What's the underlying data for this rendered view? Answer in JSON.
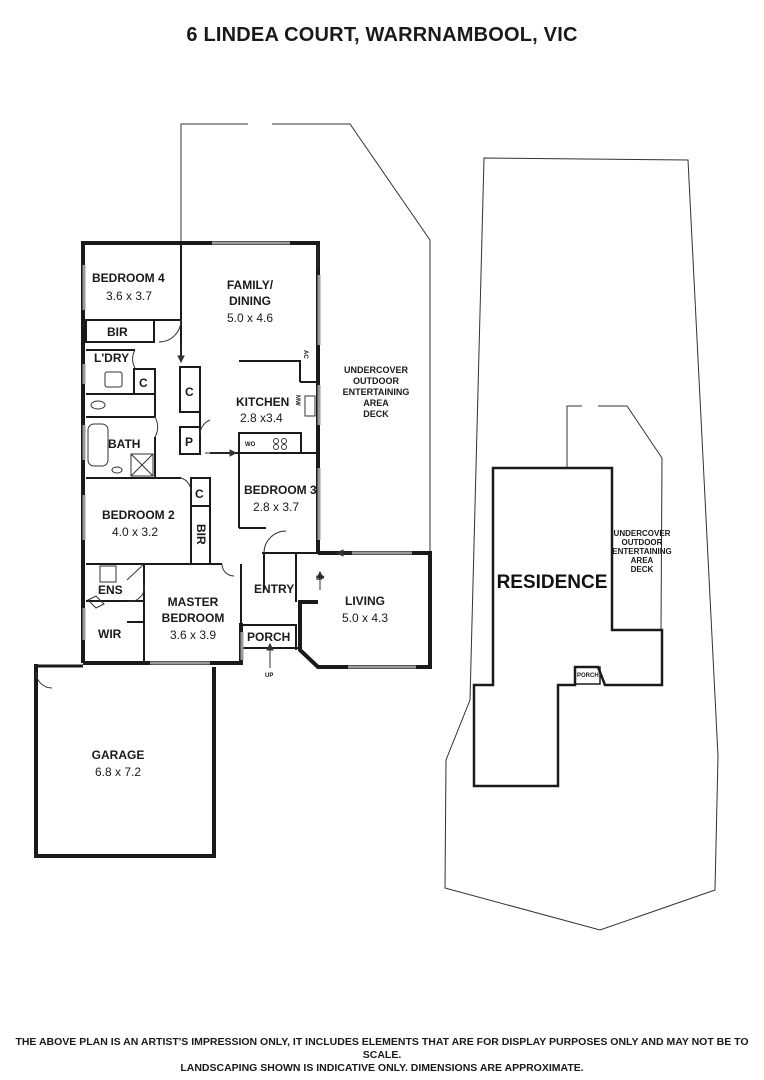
{
  "header": {
    "title": "6 LINDEA COURT, WARRNAMBOOL, VIC"
  },
  "rooms": {
    "bedroom4": {
      "name": "BEDROOM 4",
      "dims": "3.6 x 3.7"
    },
    "bir1": {
      "name": "BIR"
    },
    "family": {
      "name_line1": "FAMILY/",
      "name_line2": "DINING",
      "dims": "5.0 x 4.6"
    },
    "laundry": {
      "name": "L'DRY"
    },
    "cupboard1": {
      "name": "C"
    },
    "cupboard2": {
      "name": "C"
    },
    "cupboard3": {
      "name": "C"
    },
    "pantry": {
      "name": "P"
    },
    "kitchen": {
      "name": "KITCHEN",
      "dims": "2.8 x3.4"
    },
    "bath": {
      "name": "BATH"
    },
    "bedroom3": {
      "name": "BEDROOM 3",
      "dims": "2.8 x 3.7"
    },
    "bedroom2": {
      "name": "BEDROOM 2",
      "dims": "4.0 x 3.2"
    },
    "bir2": {
      "name": "BIR"
    },
    "ens": {
      "name": "ENS"
    },
    "wir": {
      "name": "WIR"
    },
    "master": {
      "name_line1": "MASTER",
      "name_line2": "BEDROOM",
      "dims": "3.6 x 3.9"
    },
    "entry": {
      "name": "ENTRY"
    },
    "porch": {
      "name": "PORCH"
    },
    "living": {
      "name": "LIVING",
      "dims": "5.0 x 4.3"
    },
    "garage": {
      "name": "GARAGE",
      "dims": "6.8 x 7.2"
    }
  },
  "deck_label": [
    "UNDERCOVER",
    "OUTDOOR",
    "ENTERTAINING",
    "AREA",
    "DECK"
  ],
  "fixtures": {
    "wo": "WO",
    "mw": "MW",
    "ac": "AC",
    "up1": "UP",
    "up2": "UP"
  },
  "site": {
    "residence": "RESIDENCE",
    "porch": "PORCH",
    "deck_label": [
      "UNDERCOVER",
      "OUTDOOR",
      "ENTERTAINING",
      "AREA",
      "DECK"
    ]
  },
  "footer": {
    "line1": "THE ABOVE PLAN IS AN ARTIST'S IMPRESSION ONLY, IT INCLUDES ELEMENTS THAT ARE FOR DISPLAY PURPOSES ONLY AND MAY NOT BE TO SCALE.",
    "line2": "LANDSCAPING SHOWN IS INDICATIVE ONLY. DIMENSIONS ARE APPROXIMATE."
  },
  "colors": {
    "wall": "#1a1a1a",
    "window": "#9a9a9a",
    "line": "#333333"
  }
}
